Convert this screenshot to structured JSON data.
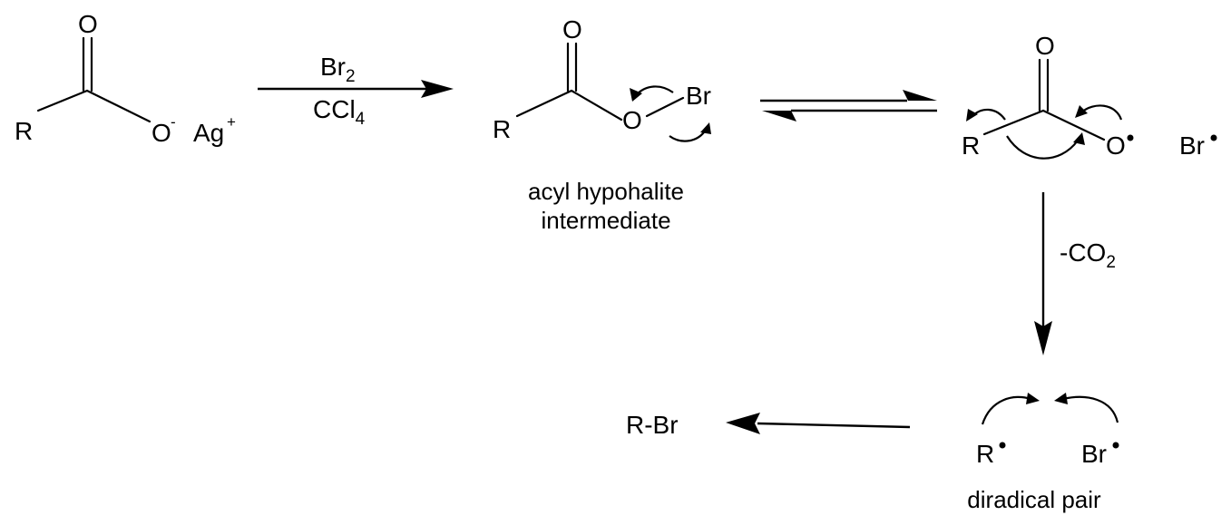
{
  "colors": {
    "oxygen": "#e8242a",
    "bromine_bonded": "#a52a2a",
    "default": "#000000"
  },
  "reactant": {
    "r": "R",
    "carbonyl_o": "O",
    "anion_o": "O",
    "anion_charge": "-",
    "silver": "Ag",
    "silver_charge": "+"
  },
  "reagents": {
    "bromine": "Br",
    "bromine_sub": "2",
    "solvent_main": "CCl",
    "solvent_sub": "4"
  },
  "intermediate": {
    "r": "R",
    "carbonyl_o": "O",
    "ester_o": "O",
    "br": "Br",
    "caption_line1": "acyl hypohalite",
    "caption_line2": "intermediate"
  },
  "radical_stage": {
    "r": "R",
    "carbonyl_o": "O",
    "radical_o": "O",
    "br": "Br"
  },
  "decarboxylation": {
    "label_main": "-CO",
    "label_sub": "2"
  },
  "diradical": {
    "r": "R",
    "br": "Br",
    "caption": "diradical pair"
  },
  "product": {
    "label": "R-Br"
  }
}
